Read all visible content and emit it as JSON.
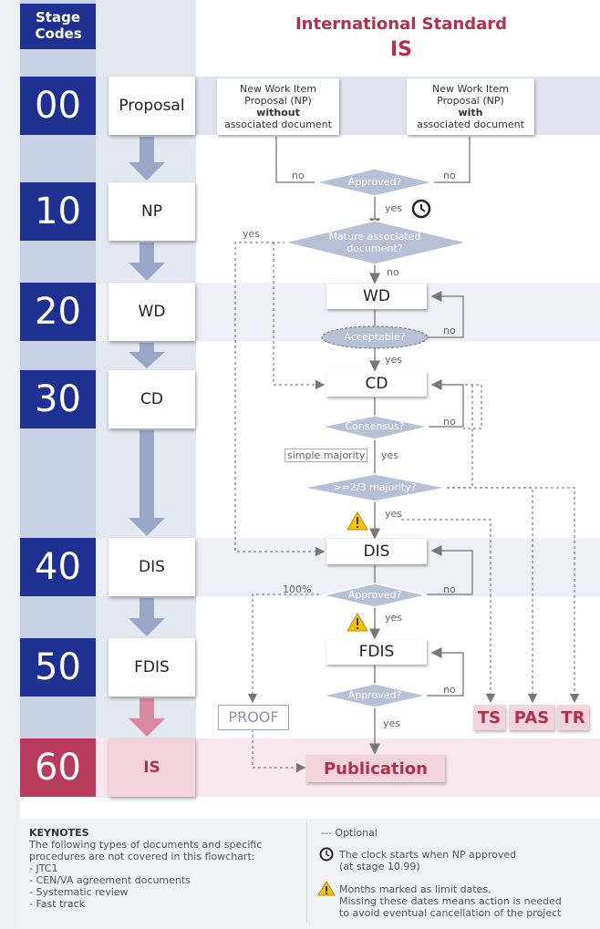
{
  "header": {
    "stage_codes_title": "Stage Codes",
    "title": "International Standard",
    "subtitle": "IS"
  },
  "stages": [
    {
      "code": "00",
      "name": "Proposal"
    },
    {
      "code": "10",
      "name": "NP"
    },
    {
      "code": "20",
      "name": "WD"
    },
    {
      "code": "30",
      "name": "CD"
    },
    {
      "code": "40",
      "name": "DIS"
    },
    {
      "code": "50",
      "name": "FDIS"
    },
    {
      "code": "60",
      "name": "IS"
    }
  ],
  "flow": {
    "np_without": {
      "line1": "New Work Item",
      "line2": "Proposal (NP)",
      "line3": "without",
      "line4": "associated document"
    },
    "np_with": {
      "line1": "New Work Item",
      "line2": "Proposal (NP)",
      "line3": "with",
      "line4": "associated document"
    },
    "approved": "Approved?",
    "mature": {
      "line1": "Mature associated",
      "line2": "document?"
    },
    "wd": "WD",
    "acceptable": "Acceptable?",
    "cd": "CD",
    "consensus": "Consensus?",
    "simple_majority": "simple majority",
    "two_thirds": ">=2/3 majority?",
    "dis": "DIS",
    "fdis": "FDIS",
    "proof": "PROOF",
    "publication": "Publication",
    "ts": "TS",
    "pas": "PAS",
    "tr": "TR",
    "yes": "yes",
    "no": "no",
    "hundred": "100%"
  },
  "keynotes": {
    "title": "KEYNOTES",
    "intro1": "The following types of documents and specific",
    "intro2": "procedures are not covered in this flowchart:",
    "items": [
      "- JTC1",
      "- CEN/VA agreement documents",
      "- Systematic review",
      "- Fast track"
    ],
    "optional": "--- Optional",
    "clock1": "The clock starts when NP approved",
    "clock2": "(at stage 10.99)",
    "warn1": "Months marked as limit dates.",
    "warn2": "Missing these dates means action is needed",
    "warn3": "to avoid eventual cancellation of the project"
  },
  "colors": {
    "stage_blue": "#1f3190",
    "stage_red": "#b83a5c",
    "title_pink": "#b0304f",
    "arrow_blue": "#9aa7c9",
    "arrow_pink": "#d98aa0",
    "band": "#cfd6e6"
  }
}
